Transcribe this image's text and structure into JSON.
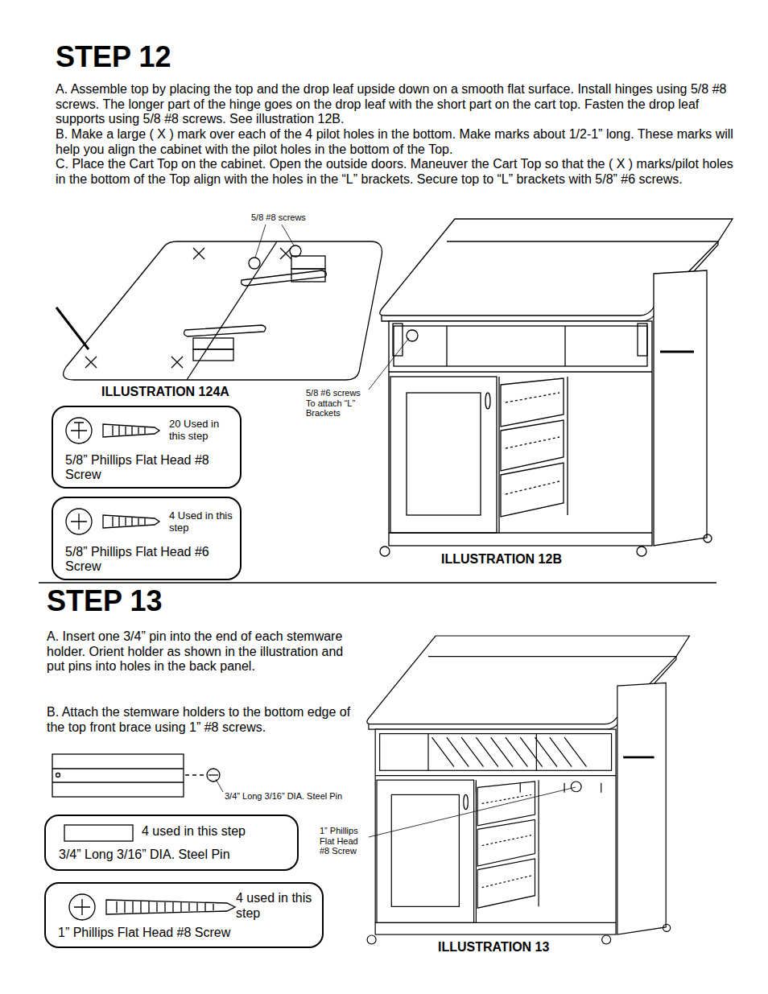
{
  "diagram": {
    "nodes": [
      {
        "text": [
          "20 Used in this step",
          "5/8” Phillips Flat Head #8 Screw"
        ]
      },
      {
        "text": [
          "4 Used in this step",
          "5/8” Phillips Flat Head #6 Screw"
        ]
      },
      {
        "text": [
          "4 used in this step",
          "3/4” Long 3/16” DIA. Steel Pin"
        ]
      },
      {
        "text": [
          "4 used in this step",
          "1” Phillips Flat Head #8 Screw"
        ]
      }
    ],
    "labels": [
      "STEP 12",
      "A. Assemble top by placing the top and the drop leaf upside down on a smooth flat surface. Install hinges using 5/8 #8 screws. The longer part of the hinge goes on the drop leaf with the short part on the cart top. Fasten the drop leaf supports using 5/8 #8 screws. See illustration 12B.",
      "B. Make a large ( X ) mark over each of the 4 pilot holes in the bottom. Make marks about 1/2-1” long. These marks will help you align the cabinet with the pilot holes in the bottom of the Top.",
      "C. Place the Cart Top on the cabinet. Open the outside doors. Maneuver the Cart Top so that the ( X ) marks/pilot holes in the bottom of the Top align with the holes in the “L” brackets. Secure top to “L” brackets with 5/8” #6 screws.",
      "5/8 #8 screws",
      "ILLUSTRATION 124A",
      "5/8 #6 screws To attach “L” Brackets",
      "ILLUSTRATION 12B",
      "STEP 13",
      "A. Insert one 3/4” pin into the end of each stemware holder. Orient holder as shown in the illustration and put pins into holes in the back panel.",
      "B. Attach the stemware holders to the bottom edge of the top front brace using 1” #8 screws.",
      "3/4” Long 3/16” DIA. Steel Pin",
      "1” Phillips Flat Head #8 Screw",
      "ILLUSTRATION 13"
    ]
  }
}
